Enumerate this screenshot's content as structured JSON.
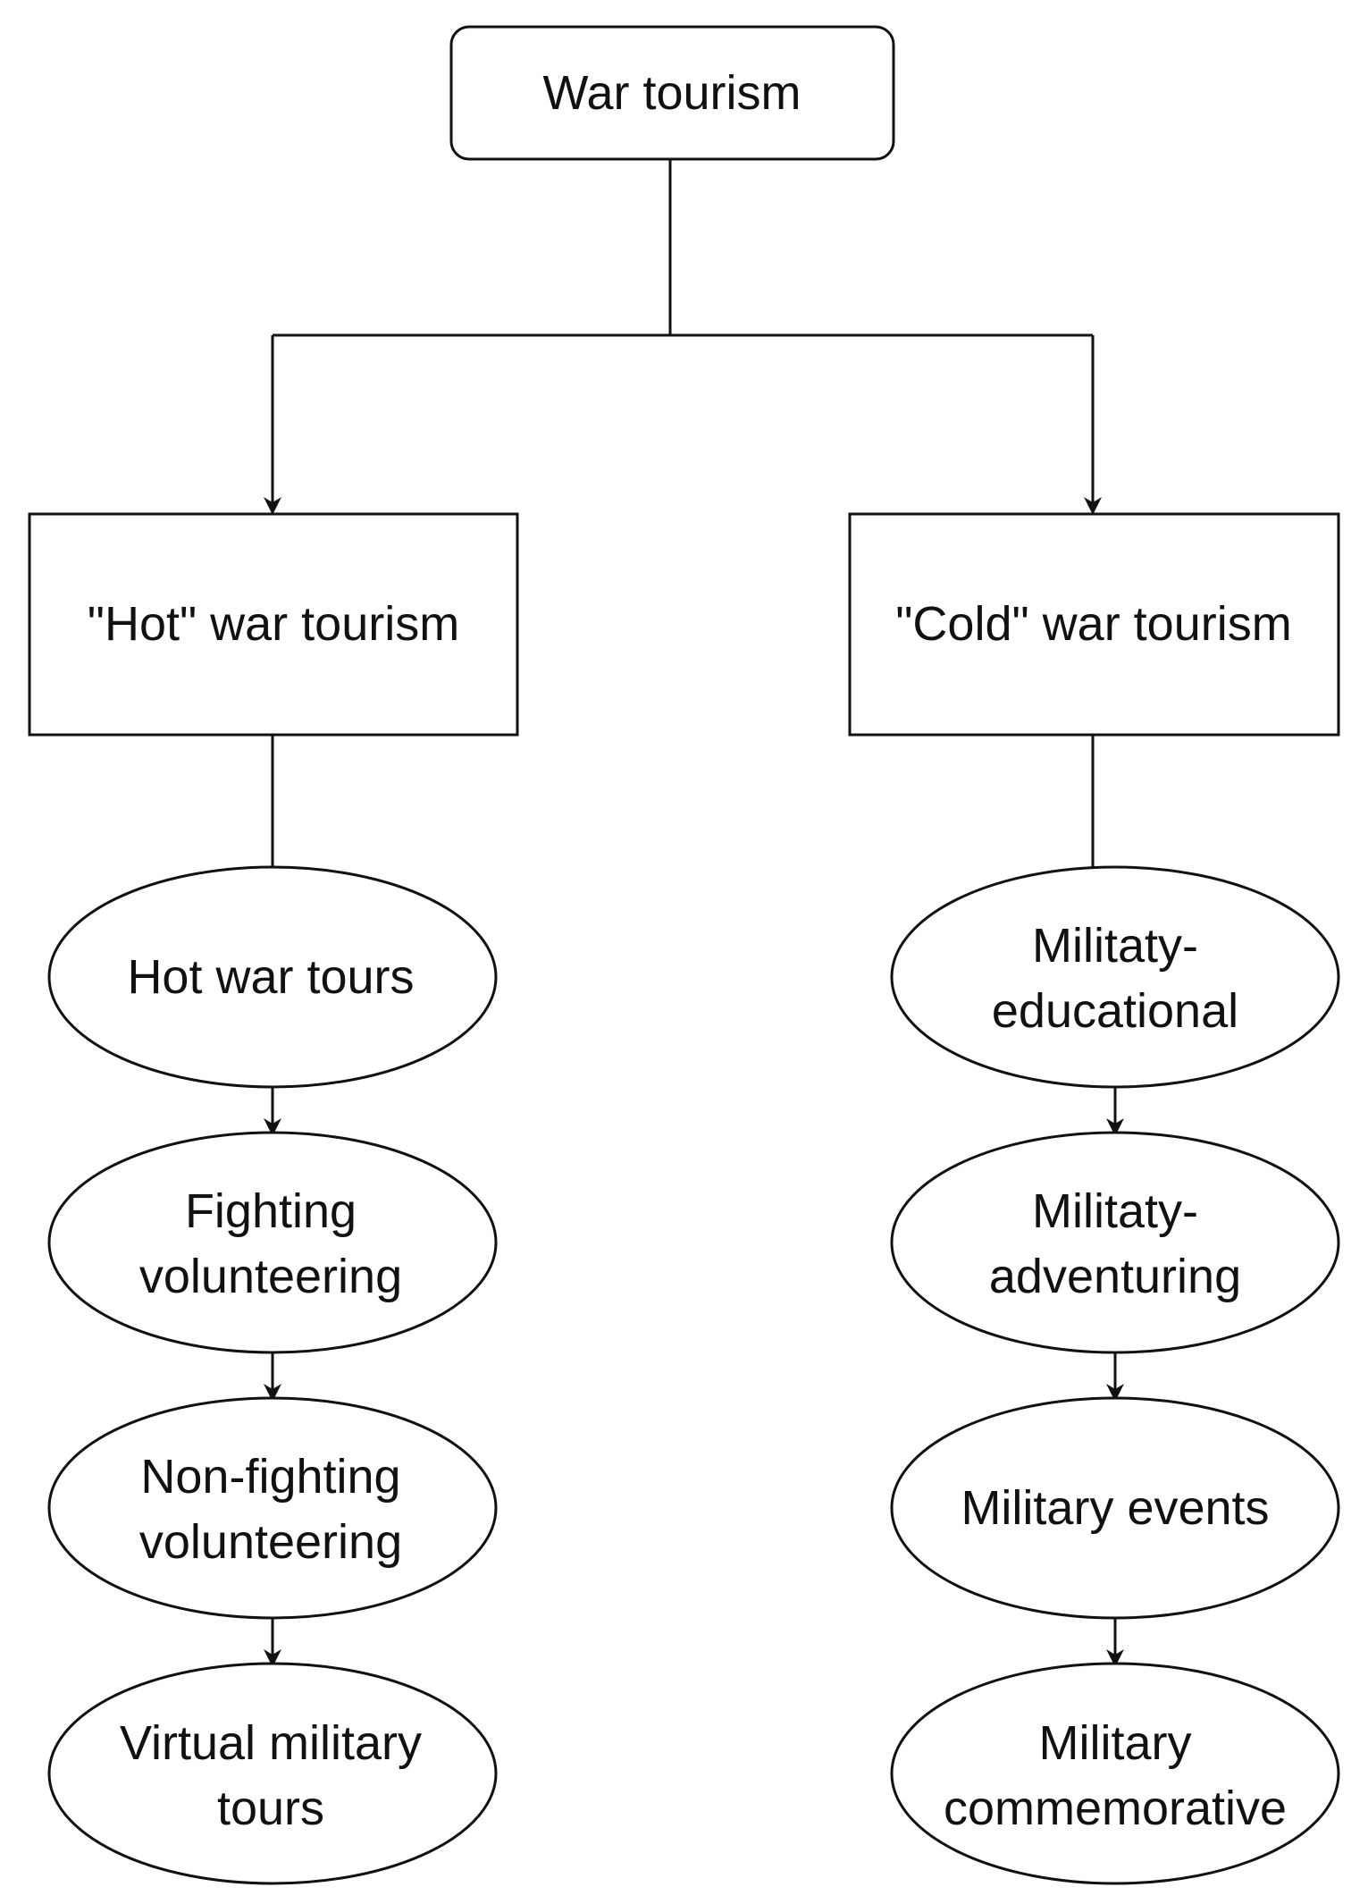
{
  "diagram": {
    "root": "War tourism",
    "hot_branch": {
      "title": "\"Hot\" war tourism",
      "items": [
        {
          "line1": "Hot war tours",
          "line2": ""
        },
        {
          "line1": "Fighting",
          "line2": "volunteering"
        },
        {
          "line1": "Non-fighting",
          "line2": "volunteering"
        },
        {
          "line1": "Virtual military",
          "line2": "tours"
        }
      ]
    },
    "cold_branch": {
      "title": "\"Cold\" war tourism",
      "items": [
        {
          "line1": "Militaty-",
          "line2": "educational"
        },
        {
          "line1": "Militaty-",
          "line2": "adventuring"
        },
        {
          "line1": "Military events",
          "line2": ""
        },
        {
          "line1": "Military",
          "line2": "commemorative"
        }
      ]
    },
    "colors": {
      "stroke": "#111111",
      "fill": "#ffffff",
      "text": "#111111"
    }
  }
}
